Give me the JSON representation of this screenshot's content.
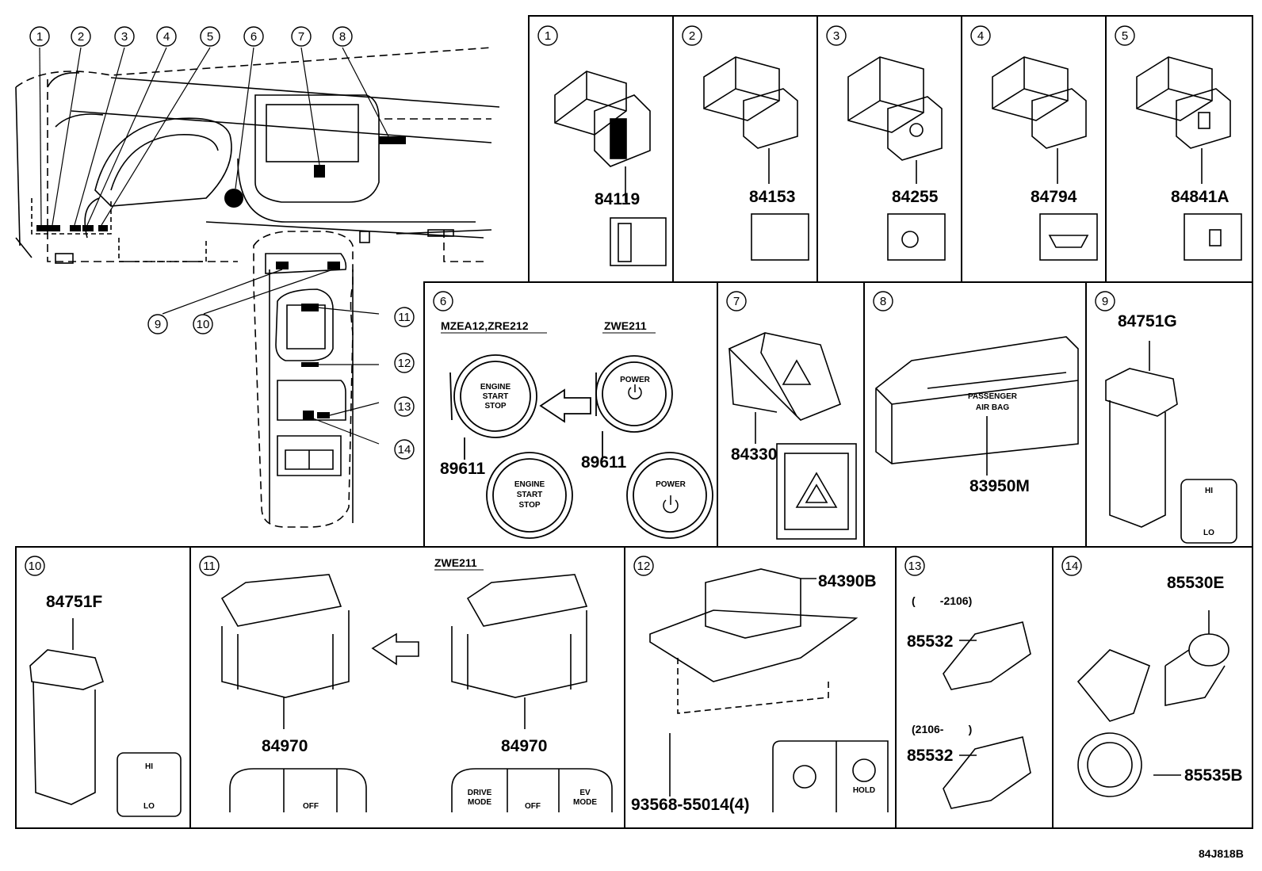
{
  "diagram_code": "84J818B",
  "overview": {
    "callouts": [
      "1",
      "2",
      "3",
      "4",
      "5",
      "6",
      "7",
      "8",
      "9",
      "10",
      "11",
      "12",
      "13",
      "14"
    ]
  },
  "panels": [
    {
      "num": "1",
      "parts": [
        "84119"
      ]
    },
    {
      "num": "2",
      "parts": [
        "84153"
      ]
    },
    {
      "num": "3",
      "parts": [
        "84255"
      ]
    },
    {
      "num": "4",
      "parts": [
        "84794"
      ]
    },
    {
      "num": "5",
      "parts": [
        "84841A"
      ]
    },
    {
      "num": "6",
      "parts": [
        "89611",
        "89611"
      ],
      "variant_a": "MZEA12,ZRE212",
      "variant_b": "ZWE211",
      "btn_a": [
        "ENGINE",
        "START",
        "STOP"
      ],
      "btn_b": "POWER"
    },
    {
      "num": "7",
      "parts": [
        "84330"
      ]
    },
    {
      "num": "8",
      "parts": [
        "83950M"
      ],
      "label": [
        "PASSENGER",
        "AIR BAG"
      ]
    },
    {
      "num": "9",
      "parts": [
        "84751G"
      ],
      "hi": "HI",
      "lo": "LO"
    },
    {
      "num": "10",
      "parts": [
        "84751F"
      ],
      "hi": "HI",
      "lo": "LO"
    },
    {
      "num": "11",
      "parts": [
        "84970",
        "84970"
      ],
      "variant": "ZWE211",
      "off": "OFF",
      "drive_mode": [
        "DRIVE",
        "MODE"
      ],
      "ev": [
        "EV",
        "MODE"
      ]
    },
    {
      "num": "12",
      "parts": [
        "84390B",
        "93568-55014(4)"
      ],
      "hold": "HOLD"
    },
    {
      "num": "13",
      "parts": [
        "85532",
        "85532"
      ],
      "range_a": "(        -2106)",
      "range_b": "(2106-        )"
    },
    {
      "num": "14",
      "parts": [
        "85530E",
        "85535B"
      ]
    }
  ]
}
